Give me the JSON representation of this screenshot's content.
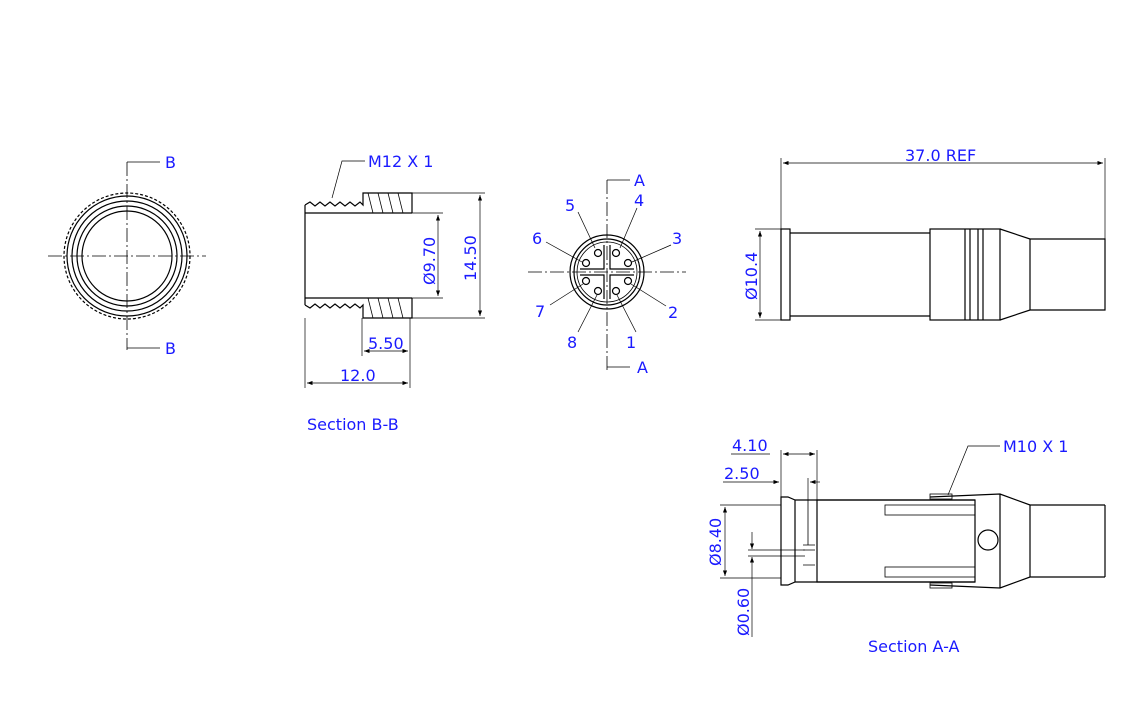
{
  "colors": {
    "label": "#1a1aff",
    "line": "#000000"
  },
  "front_view": {
    "section_label_top": "B",
    "section_label_bottom": "B"
  },
  "section_bb": {
    "thread": "M12 X 1",
    "bore_dia": "Ø9.70",
    "outer_height": "14.50",
    "thread_len": "5.50",
    "length": "12.0",
    "title": "Section B-B"
  },
  "face_view": {
    "section_label_top": "A",
    "section_label_bottom": "A",
    "pins": [
      "1",
      "2",
      "3",
      "4",
      "5",
      "6",
      "7",
      "8"
    ]
  },
  "side_view": {
    "overall_length": "37.0 REF",
    "flange_dia": "Ø10.4"
  },
  "section_aa": {
    "dim_a": "4.10",
    "dim_b": "2.50",
    "body_dia": "Ø8.40",
    "pin_dia": "Ø0.60",
    "thread": "M10 X 1",
    "title": "Section A-A"
  }
}
